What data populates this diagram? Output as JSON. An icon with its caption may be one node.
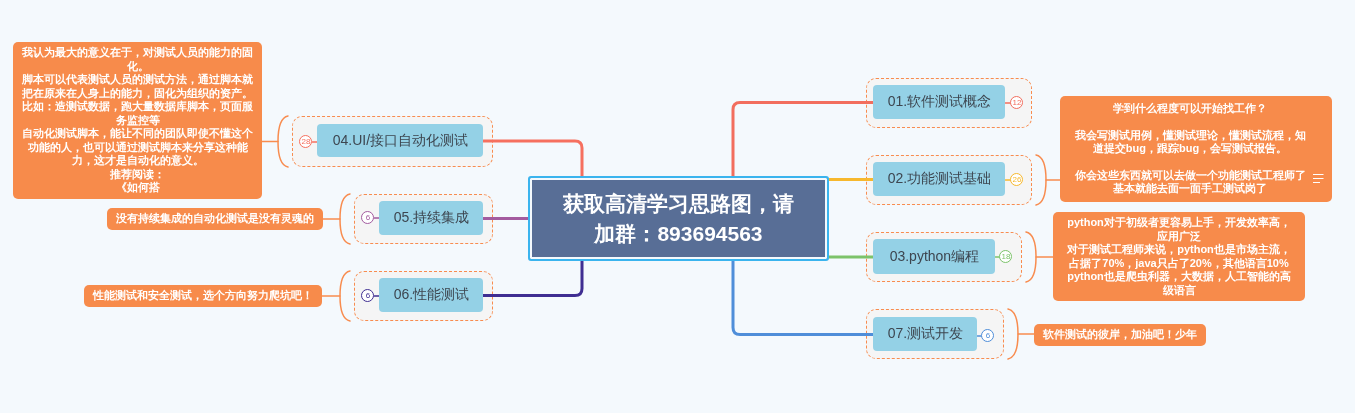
{
  "diagram": {
    "nodes": [
      {
        "text": [
          "获取高清学习思路图，请加群：893694563"
        ]
      },
      {
        "text": [],
        "shape": "box"
      },
      {
        "text": [
          "01.软件测试概念"
        ],
        "in": 1
      },
      {
        "text": [
          "12"
        ],
        "in": 1
      },
      {
        "text": [],
        "shape": "box"
      },
      {
        "text": [
          "02.功能测试基础"
        ],
        "in": 4
      },
      {
        "text": [
          "26"
        ],
        "in": 4
      },
      {
        "text": [
          "学到什么程度可以开始找工作？",
          "我会写测试用例，懂测试理论，懂测试流程，知道提交bug，跟踪bug，会写测试报告。",
          "你会这些东西就可以去做一个功能测试工程师了",
          "基本就能去面一面手工测试岗了"
        ]
      },
      {
        "text": [],
        "shape": "box"
      },
      {
        "text": [
          "03.python编程"
        ],
        "in": 8
      },
      {
        "text": [
          "18"
        ],
        "in": 8
      },
      {
        "text": [
          "python对于初级者更容易上手，开发效率高，应用广泛",
          "对于测试工程师来说，python也是市场主流，占据了70%，java只占了20%，其他语言10%",
          "python也是爬虫利器，大数据，人工智能的高级语言"
        ]
      },
      {
        "text": [],
        "shape": "box"
      },
      {
        "text": [
          "04.UI/接口自动化测试"
        ],
        "in": 12
      },
      {
        "text": [
          "28"
        ],
        "in": 12
      },
      {
        "text": [
          "我认为最大的意义在于，对测试人员的能力的固化。",
          "脚本可以代表测试人员的测试方法，通过脚本就把在原来在人身上的能力，固化为组织的资产。",
          "比如：造测试数据，跑大量数据库脚本，页面服务监控等",
          "自动化测试脚本，能让不同的团队即使不懂这个功能的人，也可以通过测试脚本来分享这种能力，这才是自动化的意义。",
          "推荐阅读：",
          "《如何搭"
        ]
      },
      {
        "text": [],
        "shape": "box"
      },
      {
        "text": [
          "05.持续集成"
        ],
        "in": 16
      },
      {
        "text": [
          "6"
        ],
        "in": 16
      },
      {
        "text": [
          "没有持续集成的自动化测试是没有灵魂的"
        ]
      },
      {
        "text": [],
        "shape": "box"
      },
      {
        "text": [
          "06.性能测试"
        ],
        "in": 20
      },
      {
        "text": [
          "6"
        ],
        "in": 20
      },
      {
        "text": [
          "性能测试和安全测试，选个方向努力爬坑吧！"
        ]
      },
      {
        "text": [],
        "shape": "box"
      },
      {
        "text": [
          "07.测试开发"
        ],
        "in": 24
      },
      {
        "text": [
          "6"
        ],
        "in": 24
      },
      {
        "text": [
          "软件测试的彼岸，加油吧！少年"
        ]
      }
    ],
    "edges": [
      {
        "from": 0,
        "to": 2,
        "arrow": "none",
        "color": "#f26e5e"
      },
      {
        "from": 0,
        "to": 5,
        "arrow": "none",
        "color": "#f7b82d"
      },
      {
        "from": 0,
        "to": 9,
        "arrow": "none",
        "color": "#7cc36a"
      },
      {
        "from": 0,
        "to": 13,
        "arrow": "none",
        "color": "#f6705f"
      },
      {
        "from": 0,
        "to": 17,
        "arrow": "none",
        "color": "#a35b9f"
      },
      {
        "from": 0,
        "to": 21,
        "arrow": "none",
        "color": "#3f2e92"
      },
      {
        "from": 0,
        "to": 25,
        "arrow": "none",
        "color": "#4f8ed9"
      },
      {
        "from": 2,
        "to": 3,
        "arrow": "none",
        "color": "#f26e5e"
      },
      {
        "from": 5,
        "to": 6,
        "arrow": "none",
        "color": "#f7b82d"
      },
      {
        "from": 9,
        "to": 10,
        "arrow": "none",
        "color": "#7cc36a"
      },
      {
        "from": 13,
        "to": 14,
        "arrow": "none",
        "color": "#f6705f"
      },
      {
        "from": 17,
        "to": 18,
        "arrow": "none",
        "color": "#a35b9f"
      },
      {
        "from": 21,
        "to": 22,
        "arrow": "none",
        "color": "#3f2e92"
      },
      {
        "from": 25,
        "to": 26,
        "arrow": "none",
        "color": "#4f8ed9"
      },
      {
        "from": 4,
        "to": 7,
        "arrow": "other"
      },
      {
        "from": 8,
        "to": 11,
        "arrow": "other"
      },
      {
        "from": 12,
        "to": 15,
        "arrow": "other"
      },
      {
        "from": 16,
        "to": 19,
        "arrow": "other"
      },
      {
        "from": 20,
        "to": 23,
        "arrow": "other"
      },
      {
        "from": 24,
        "to": 27,
        "arrow": "other"
      }
    ]
  }
}
